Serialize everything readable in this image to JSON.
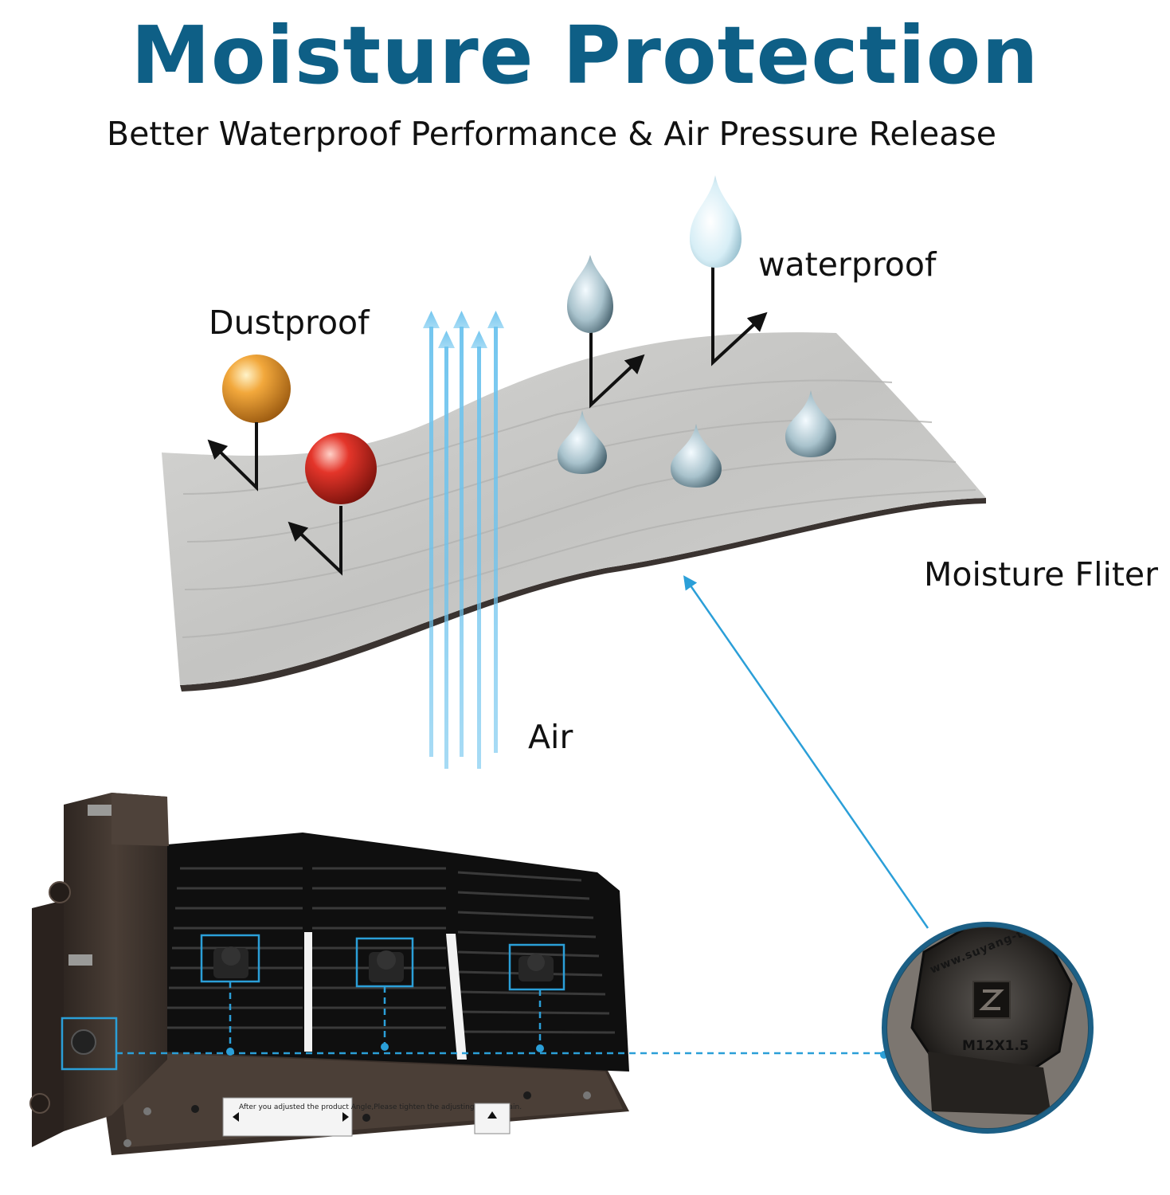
{
  "header": {
    "title": "Moisture Protection",
    "subtitle": "Better Waterproof Performance & Air Pressure Release"
  },
  "labels": {
    "dustproof": "Dustproof",
    "waterproof": "waterproof",
    "moisture_filter": "Moisture Fliter",
    "air": "Air"
  },
  "product": {
    "plate_text": "After you adjusted the product Angle,Please tighten the adjusting screw again.",
    "cap_brand": "www.suyang-tech.com",
    "cap_spec": "M12X1.5"
  },
  "colors": {
    "title": "#0e5f86",
    "accent_blue": "#2b9fd8",
    "membrane": "#c9c9c7",
    "housing": "#3e332d",
    "heatsink": "#141414"
  }
}
